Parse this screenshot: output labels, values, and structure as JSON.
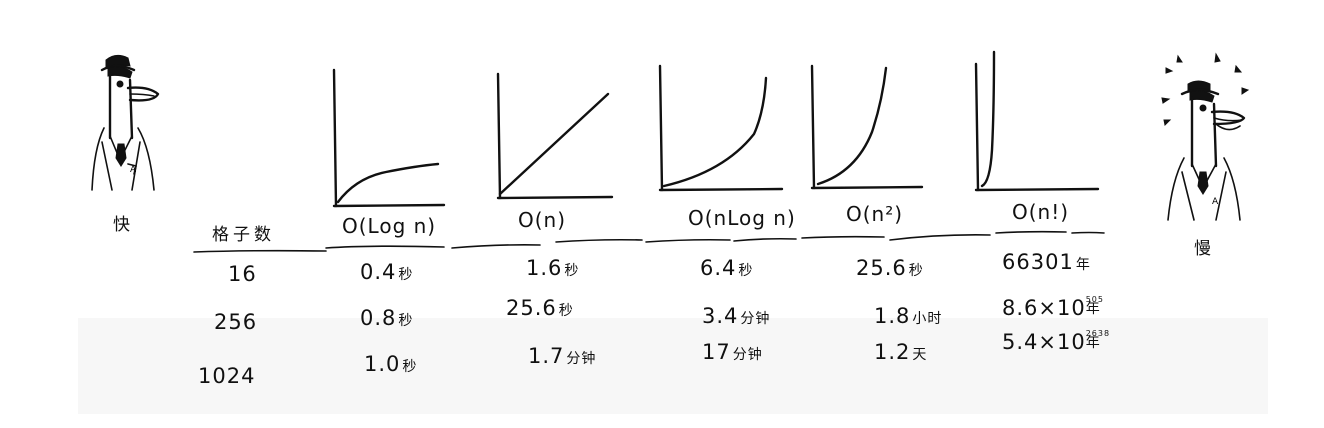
{
  "characters": {
    "fast_label": "快",
    "slow_label": "慢"
  },
  "table": {
    "grid_header": "格子数",
    "columns": [
      {
        "label": "O(Log n)",
        "curve": "log"
      },
      {
        "label": "O(n)",
        "curve": "linear"
      },
      {
        "label": "O(nLog n)",
        "curve": "nlogn"
      },
      {
        "label": "O(n²)",
        "curve": "quadratic"
      },
      {
        "label": "O(n!)",
        "curve": "factorial"
      }
    ],
    "rows": [
      {
        "grid": "16",
        "cells": [
          {
            "value": "0.4",
            "unit": "秒"
          },
          {
            "value": "1.6",
            "unit": "秒"
          },
          {
            "value": "6.4",
            "unit": "秒"
          },
          {
            "value": "25.6",
            "unit": "秒"
          },
          {
            "value": "66301",
            "unit": "年"
          }
        ]
      },
      {
        "grid": "256",
        "cells": [
          {
            "value": "0.8",
            "unit": "秒"
          },
          {
            "value": "25.6",
            "unit": "秒"
          },
          {
            "value": "3.4",
            "unit": "分钟"
          },
          {
            "value": "1.8",
            "unit": "小时"
          },
          {
            "value": "8.6×10",
            "exp": "505",
            "unit": "年"
          }
        ]
      },
      {
        "grid": "1024",
        "cells": [
          {
            "value": "1.0",
            "unit": "秒"
          },
          {
            "value": "1.7",
            "unit": "分钟"
          },
          {
            "value": "17",
            "unit": "分钟"
          },
          {
            "value": "1.2",
            "unit": "天"
          },
          {
            "value": "5.4×10",
            "exp": "2638",
            "unit": "年"
          }
        ]
      }
    ]
  }
}
